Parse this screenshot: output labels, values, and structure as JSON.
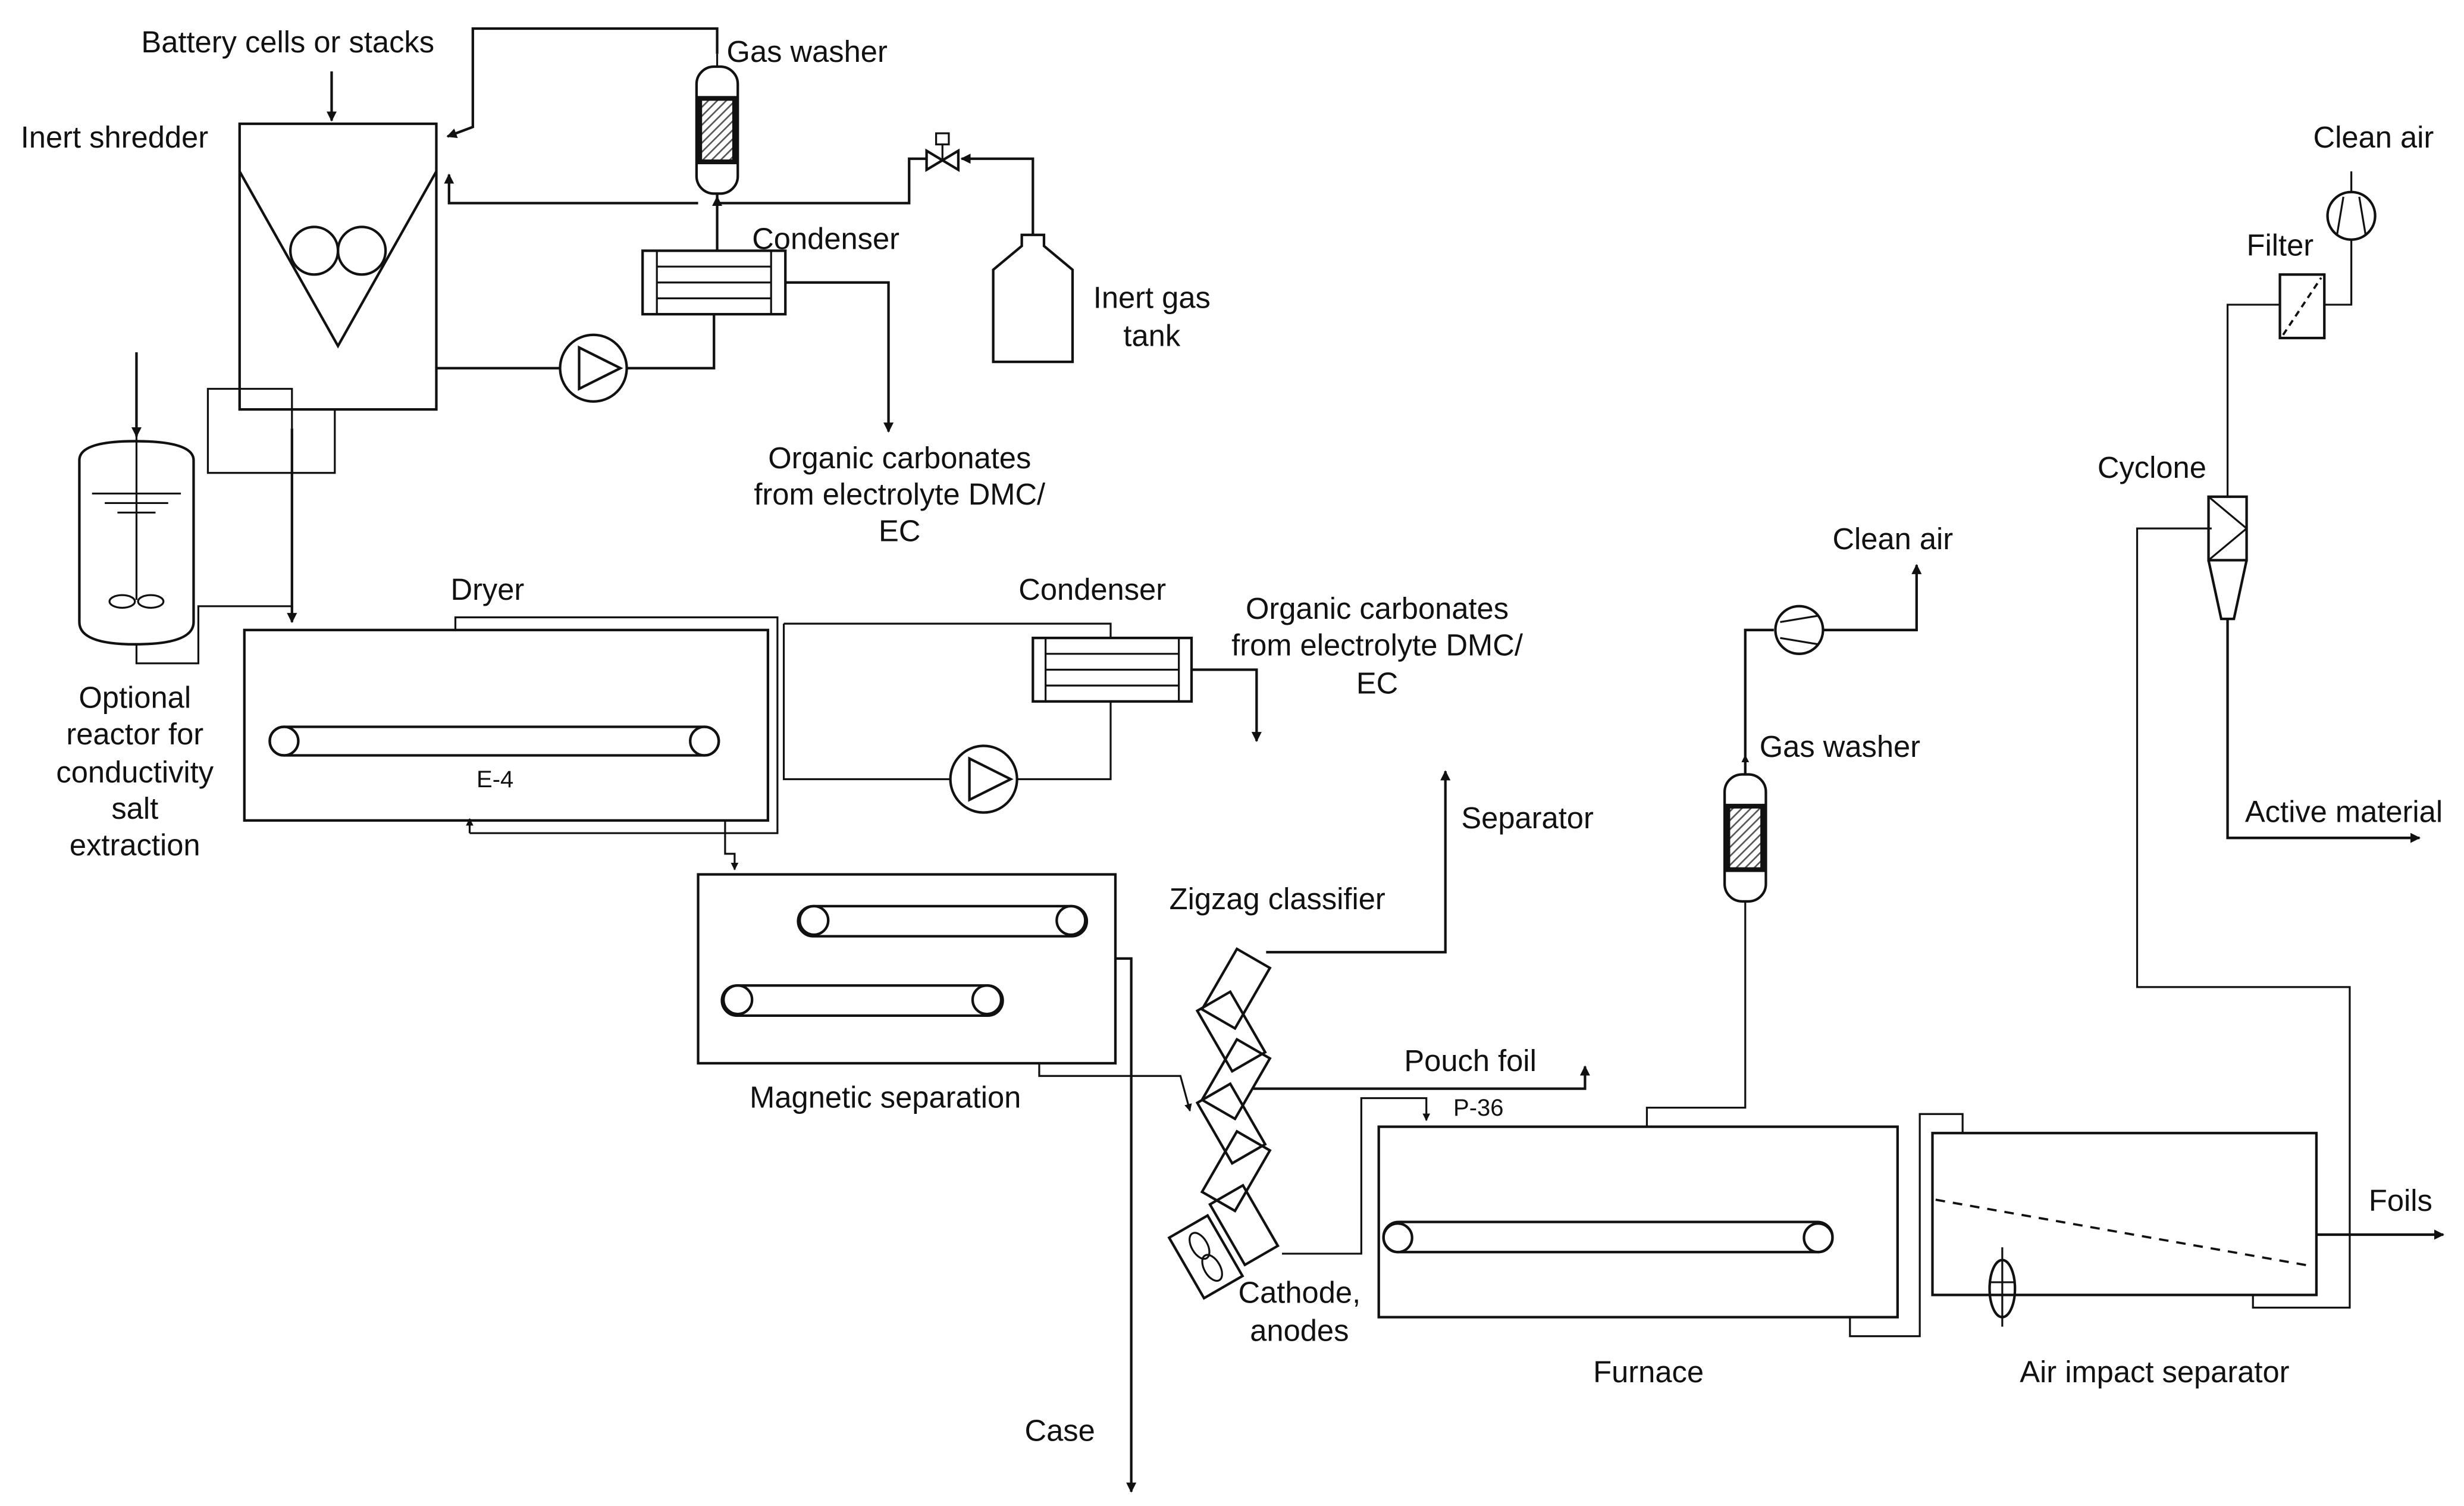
{
  "labels": {
    "battery_input": "Battery cells or stacks",
    "inert_shredder": "Inert shredder",
    "gas_washer_top": "Gas washer",
    "condenser_top": "Condenser",
    "inert_gas_tank": [
      "Inert gas",
      "tank"
    ],
    "organic_carbonates_1": [
      "Organic carbonates",
      "from electrolyte DMC/",
      "EC"
    ],
    "optional_reactor": [
      "Optional",
      "reactor for",
      "conductivity",
      "salt",
      "extraction"
    ],
    "dryer": "Dryer",
    "dryer_tag": "E-4",
    "condenser_mid": "Condenser",
    "organic_carbonates_2": [
      "Organic carbonates",
      "from electrolyte DMC/",
      "EC"
    ],
    "magnetic_separation": "Magnetic separation",
    "case": "Case",
    "zigzag_classifier": "Zigzag classifier",
    "separator": "Separator",
    "pouch_foil": "Pouch foil",
    "pump_tag": "P-36",
    "cathode_anodes": [
      "Cathode,",
      "anodes"
    ],
    "furnace": "Furnace",
    "clean_air_mid": "Clean air",
    "gas_washer_mid": "Gas washer",
    "air_impact_separator": "Air impact separator",
    "cyclone": "Cyclone",
    "filter": "Filter",
    "clean_air_top": "Clean air",
    "active_material": "Active material",
    "foils": "Foils"
  }
}
